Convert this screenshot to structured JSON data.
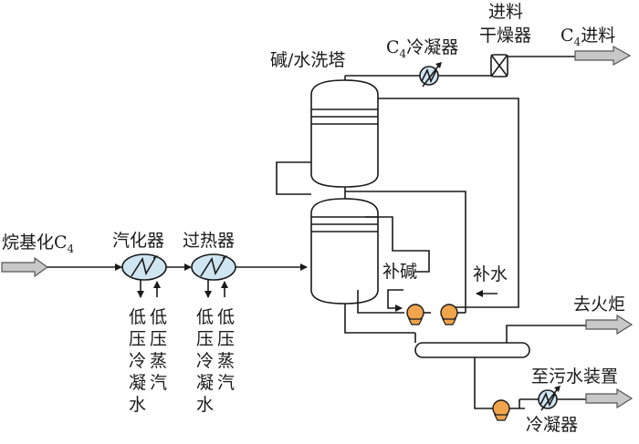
{
  "labels": {
    "feed_alkylation": "烷基化C",
    "feed_alkylation_sub": "4",
    "vaporizer": "汽化器",
    "superheater": "过热器",
    "tower": "碱/水洗塔",
    "c4_condenser_main": "C",
    "c4_condenser_sub": "4",
    "c4_condenser_rest": "冷凝器",
    "feed_dryer_line1": "进料",
    "feed_dryer_line2": "干燥器",
    "c4_feed_main": "C",
    "c4_feed_sub": "4",
    "c4_feed_rest": "进料",
    "makeup_caustic": "补碱",
    "makeup_water": "补水",
    "to_flare": "去火炬",
    "to_wastewater": "至污水装置",
    "condenser_bottom": "冷凝器"
  },
  "vertical_labels": {
    "lp_condensate_1": [
      "低",
      "压",
      "冷",
      "凝",
      "水"
    ],
    "lp_steam_1": [
      "低",
      "压",
      "蒸",
      "汽"
    ],
    "lp_condensate_2": [
      "低",
      "压",
      "冷",
      "凝",
      "水"
    ],
    "lp_steam_2": [
      "低",
      "压",
      "蒸",
      "汽"
    ]
  },
  "colors": {
    "line": "#1a1a1a",
    "exchanger_fill": "#cfe6f2",
    "pump_fill": "#f0a44c",
    "flow_arrow_fill": "#c8c8c8"
  }
}
